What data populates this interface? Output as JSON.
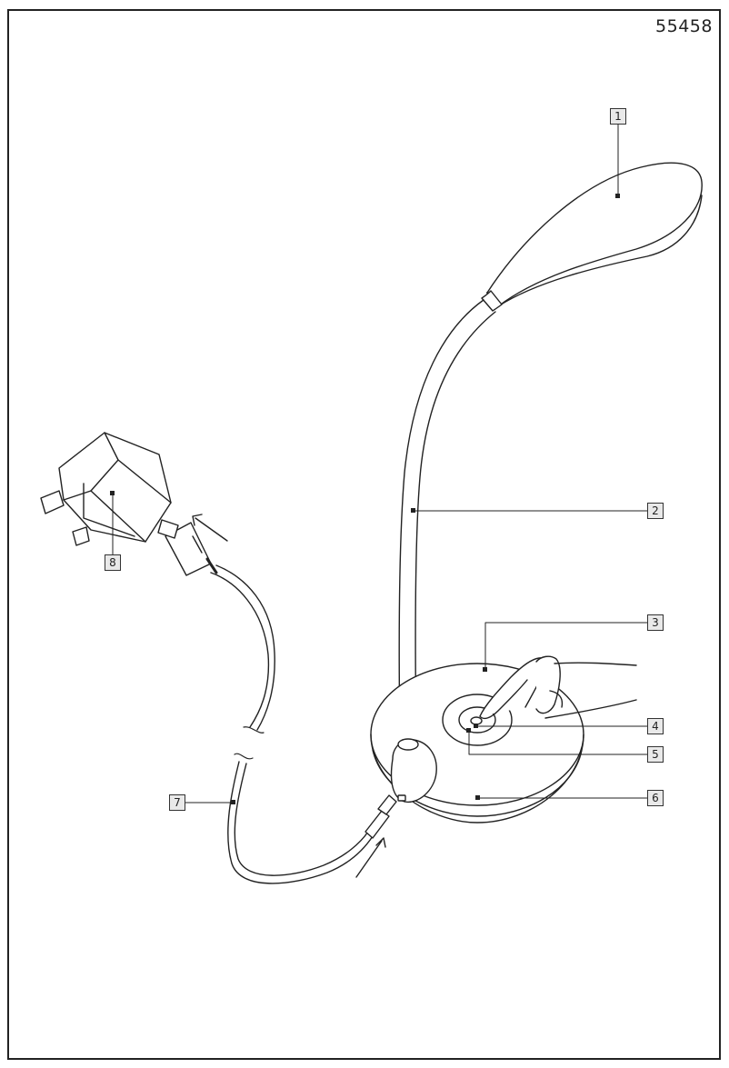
{
  "document": {
    "number": "55458"
  },
  "callouts": [
    {
      "id": "1",
      "label": "1"
    },
    {
      "id": "2",
      "label": "2"
    },
    {
      "id": "3",
      "label": "3"
    },
    {
      "id": "4",
      "label": "4"
    },
    {
      "id": "5",
      "label": "5"
    },
    {
      "id": "6",
      "label": "6"
    },
    {
      "id": "7",
      "label": "7"
    },
    {
      "id": "8",
      "label": "8"
    }
  ],
  "parts": [
    {
      "callout": "1",
      "icon": "lamp-head-icon"
    },
    {
      "callout": "2",
      "icon": "gooseneck-arm-icon"
    },
    {
      "callout": "3",
      "icon": "base-top-icon"
    },
    {
      "callout": "4",
      "icon": "touch-button-icon"
    },
    {
      "callout": "5",
      "icon": "touch-ring-icon"
    },
    {
      "callout": "6",
      "icon": "lamp-base-icon"
    },
    {
      "callout": "7",
      "icon": "usb-cable-icon"
    },
    {
      "callout": "8",
      "icon": "plug-adapter-icon"
    }
  ]
}
